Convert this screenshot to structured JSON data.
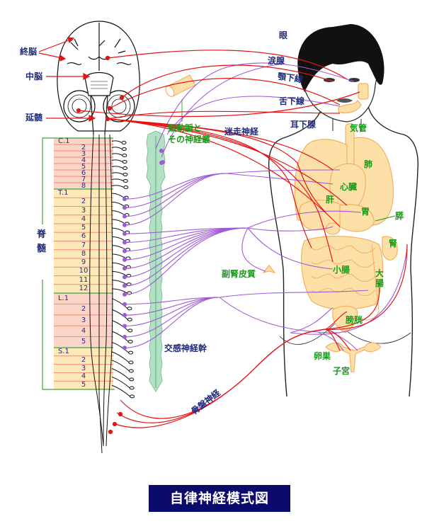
{
  "title": "自律神経模式図",
  "brain_labels": {
    "telencephalon": "終脳",
    "midbrain": "中脳",
    "medulla": "延髄"
  },
  "spinal_cord": {
    "label_top": "脊",
    "label_bottom": "髄",
    "cervical": [
      "C.1",
      "2",
      "3",
      "4",
      "5",
      "6",
      "7",
      "8"
    ],
    "thoracic": [
      "T.1",
      "2",
      "3",
      "4",
      "5",
      "6",
      "7",
      "8",
      "9",
      "10",
      "11",
      "12"
    ],
    "lumbar": [
      "L.1",
      "2",
      "3",
      "4",
      "5"
    ],
    "sacral": [
      "S.1",
      "2",
      "3",
      "4",
      "5"
    ]
  },
  "nerve_labels": {
    "carotid": "頸動脈と",
    "carotid2": "その神経叢",
    "vagus": "迷走神経",
    "sympathetic_trunk": "交感神経幹",
    "pelvic": "骨盤神経"
  },
  "organs_navy": {
    "eye": "眼",
    "lacrimal": "涙腺",
    "submandibular": "顎下線",
    "sublingual": "舌下線",
    "parotid": "耳下腺"
  },
  "organs_green": {
    "trachea": "気管",
    "lung": "肺",
    "heart": "心臓",
    "liver": "肝",
    "stomach": "胃",
    "pancreas": "膵",
    "kidney": "腎",
    "adrenal": "副腎皮質",
    "small_intestine": "小腸",
    "large_intestine_1": "大",
    "large_intestine_2": "腸",
    "bladder": "膀胱",
    "ovary": "卵巣",
    "uterus": "子宮"
  },
  "colors": {
    "sympathetic": "#a05ad6",
    "parasympathetic": "#e51414",
    "organ": "#fde0a8",
    "organ_edge": "#f4b060",
    "trunk": "#b4e0c4",
    "title_bg": "#0b0b6b",
    "label_navy": "#1f2a7a",
    "label_green": "#169c16"
  }
}
